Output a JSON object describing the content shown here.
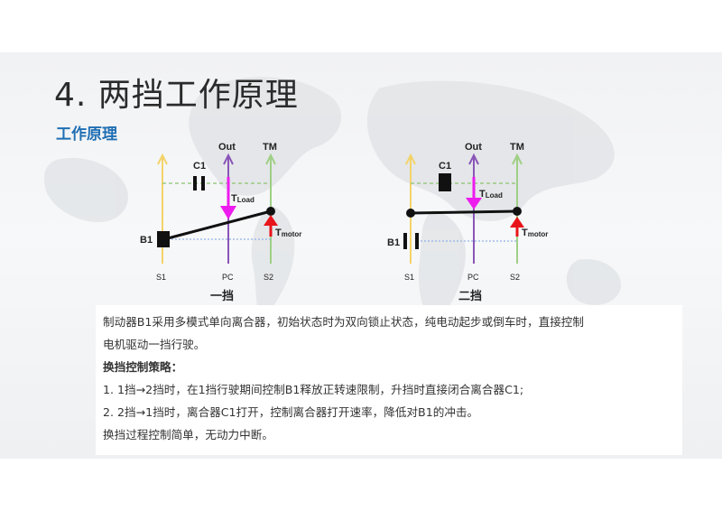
{
  "title": "4. 两挡工作原理",
  "subtitle": "工作原理",
  "diagram1": {
    "out": "Out",
    "tm": "TM",
    "c1": "C1",
    "t": "T",
    "t_load_sub": "Load",
    "t_motor_sub": "motor",
    "b1": "B1",
    "s1": "S1",
    "pc": "PC",
    "s2": "S2",
    "caption": "一挡"
  },
  "diagram2": {
    "out": "Out",
    "tm": "TM",
    "c1": "C1",
    "t": "T",
    "t_load_sub": "Load",
    "t_motor_sub": "motor",
    "b1": "B1",
    "s1": "S1",
    "pc": "PC",
    "s2": "S2",
    "caption": "二挡"
  },
  "description": {
    "line1": "制动器B1采用多模式单向离合器，初始状态时为双向锁止状态，纯电动起步或倒车时，直接控制",
    "line2": "电机驱动一挡行驶。",
    "strategy_heading": "换挡控制策略：",
    "item1": "1.   1挡→2挡时，在1挡行驶期间控制B1释放正转速限制，升挡时直接闭合离合器C1;",
    "item2": "2.   2挡→1挡时，离合器C1打开，控制离合器打开速率，降低对B1的冲击。",
    "line_last": "换挡过程控制简单，无动力中断。"
  },
  "colors": {
    "s1_axis": "#f3d36a",
    "pc_axis": "#8a55b8",
    "s2_axis": "#9fcf86",
    "dashed_green": "#8cc36f",
    "dashed_blue": "#8fb2e6",
    "load_arrow": "#ee1bee",
    "motor_arrow": "#e8141b",
    "subtitle": "#1f6fb3"
  }
}
